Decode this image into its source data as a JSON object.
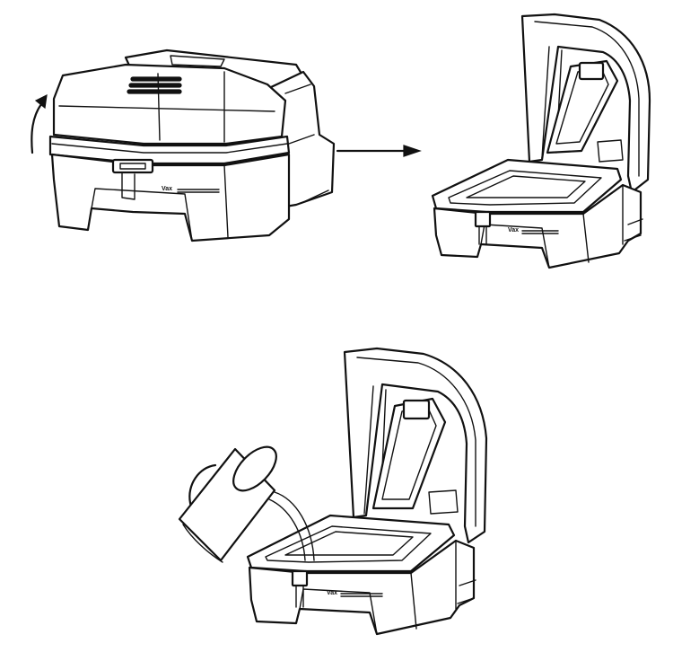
{
  "figure": {
    "steps": [
      {
        "id": "closed-unit",
        "lid_state": "closed",
        "brand_text": "Vax"
      },
      {
        "id": "open-unit",
        "lid_state": "open",
        "brand_text": "Vax"
      },
      {
        "id": "filling-unit",
        "lid_state": "open",
        "brand_text": "Vax",
        "action": "pouring-water"
      }
    ],
    "icons": [
      "curved-arrow-up-icon",
      "right-arrow-icon",
      "jug-icon",
      "water-stream-icon"
    ],
    "colors": {
      "line": "#111111",
      "background": "#ffffff"
    }
  }
}
